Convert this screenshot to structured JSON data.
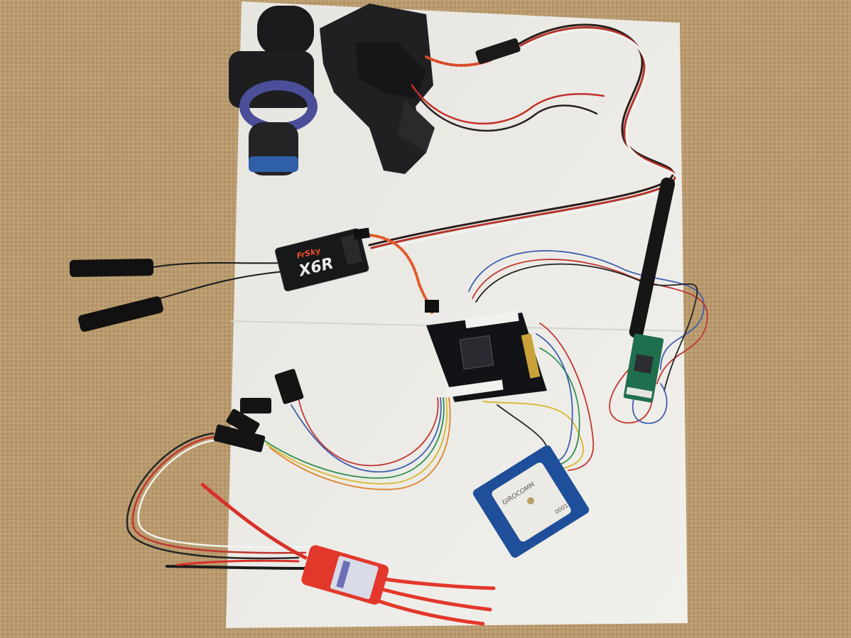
{
  "receiver": {
    "brand": "FrSky",
    "model": "X6R"
  },
  "gps": {
    "brand": "GIROCOMM",
    "code": "0001"
  },
  "colors": {
    "carpet": "#b89a6e",
    "paper": "#ecebe6",
    "board": "#121316",
    "gps_board": "#1f4f9a",
    "esc": "#e2382b",
    "telemetry_board": "#1f6e4e"
  }
}
